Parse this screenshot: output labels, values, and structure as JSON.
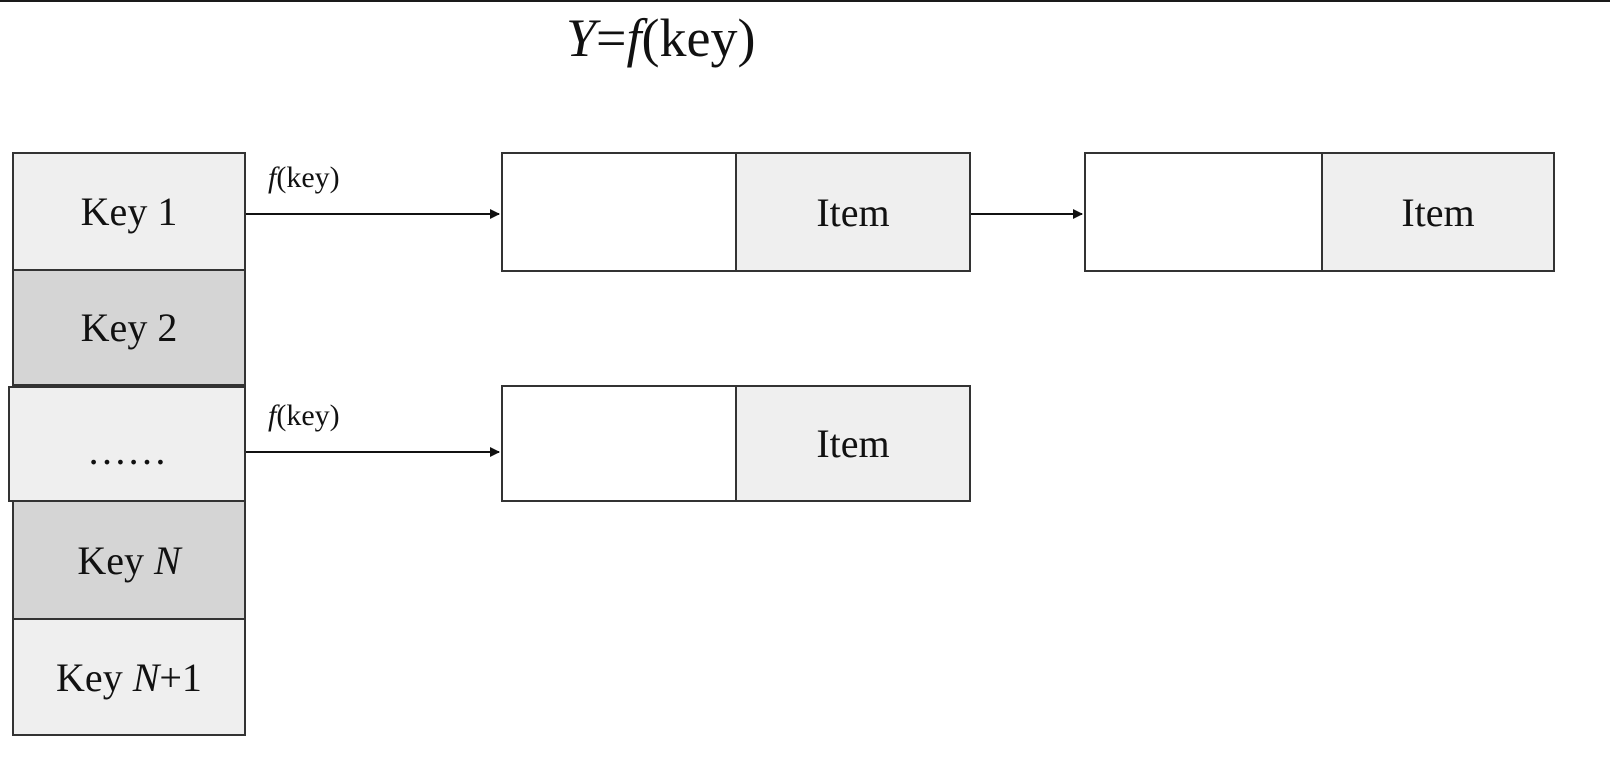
{
  "formula": {
    "y": "Y",
    "eq": "=",
    "f": "f",
    "arg": "(key)"
  },
  "keys": [
    {
      "label": "Key 1",
      "var": "",
      "suffix": ""
    },
    {
      "label": "Key 2",
      "var": "",
      "suffix": ""
    },
    {
      "label": "……",
      "var": "",
      "suffix": ""
    },
    {
      "label": "Key ",
      "var": "N",
      "suffix": ""
    },
    {
      "label": "Key ",
      "var": "N",
      "suffix": "+1"
    }
  ],
  "arrow_labels": [
    {
      "f": "f",
      "arg": "(key)"
    },
    {
      "f": "f",
      "arg": "(key)"
    }
  ],
  "nodes": [
    {
      "item": "Item"
    },
    {
      "item": "Item"
    },
    {
      "item": "Item"
    }
  ]
}
